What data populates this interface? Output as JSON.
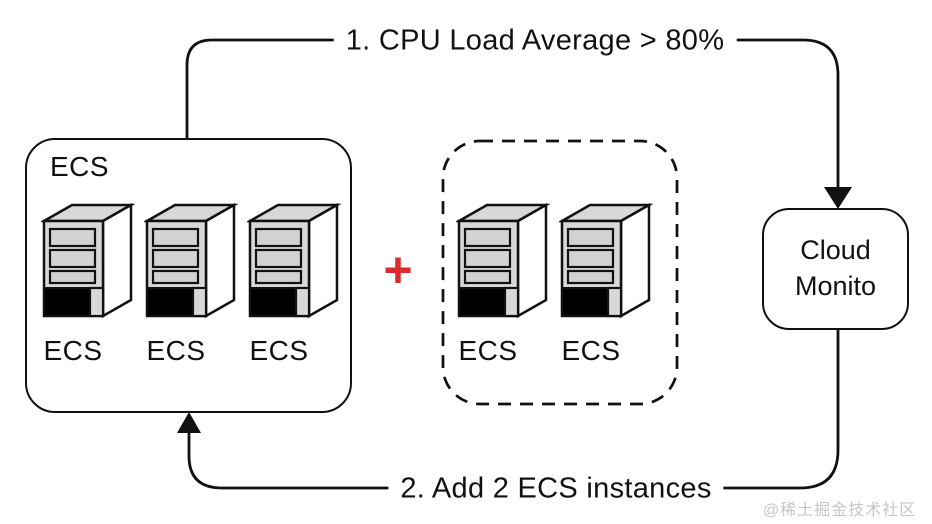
{
  "colors": {
    "line": "#111111",
    "accent-red": "#dd2b2b",
    "watermark-gray": "#c6c6c6",
    "server-gray": "#d8d8d8"
  },
  "flow": {
    "step1_label": "1. CPU Load Average > 80%",
    "step2_label": "2. Add 2 ECS instances"
  },
  "ecs_group": {
    "title": "ECS",
    "servers": [
      {
        "label": "ECS"
      },
      {
        "label": "ECS"
      },
      {
        "label": "ECS"
      }
    ]
  },
  "scale_out_group": {
    "plus": "+",
    "servers": [
      {
        "label": "ECS"
      },
      {
        "label": "ECS"
      }
    ]
  },
  "monitor": {
    "line1": "Cloud",
    "line2": "Monito"
  },
  "watermark": "@稀土掘金技术社区"
}
